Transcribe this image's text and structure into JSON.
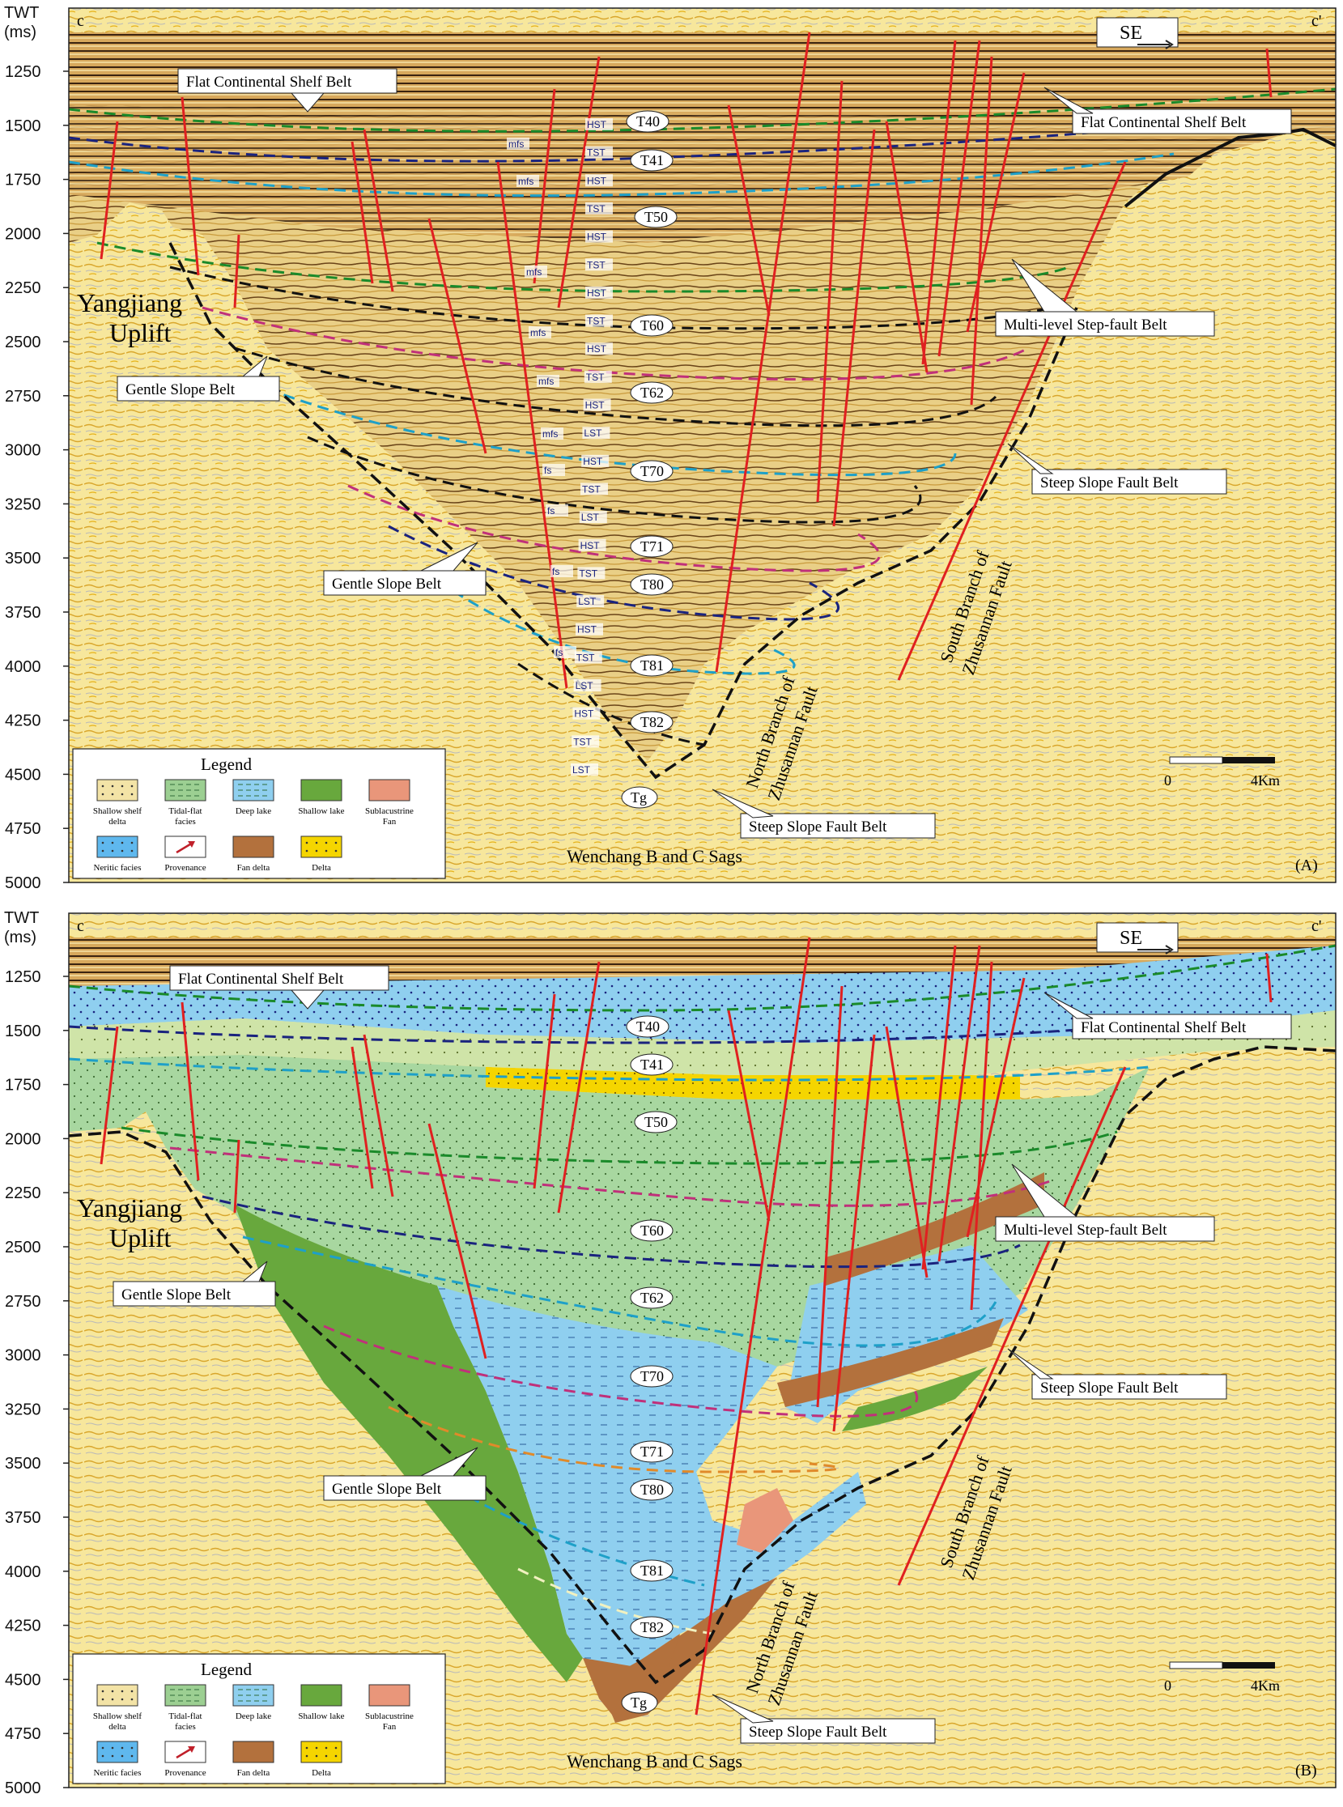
{
  "figure": {
    "axis": {
      "title_line1": "TWT",
      "title_line2": "(ms)",
      "ticks": [
        "1250",
        "1500",
        "1750",
        "2000",
        "2250",
        "2500",
        "2750",
        "3000",
        "3250",
        "3500",
        "3750",
        "4000",
        "4250",
        "4500",
        "4750",
        "5000"
      ]
    },
    "corner_left": "c",
    "corner_right": "c'",
    "direction": "SE",
    "legend": {
      "title": "Legend",
      "items": [
        {
          "label_1": "Shallow shelf",
          "label_2": "delta",
          "color": "#f3e3a6",
          "pattern": "dots"
        },
        {
          "label_1": "Tidal-flat",
          "label_2": "facies",
          "color": "#9ccf92",
          "pattern": "dash"
        },
        {
          "label_1": "Deep lake",
          "label_2": "",
          "color": "#8fcfef",
          "pattern": "dash"
        },
        {
          "label_1": "Shallow lake",
          "label_2": "",
          "color": "#68a83d",
          "pattern": "none"
        },
        {
          "label_1": "Sublacustrine",
          "label_2": "Fan",
          "color": "#e9967a",
          "pattern": "none"
        },
        {
          "label_1": "Neritic facies",
          "label_2": "",
          "color": "#5fb8ee",
          "pattern": "dots"
        },
        {
          "label_1": "Provenance",
          "label_2": "",
          "color": "#ffffff",
          "pattern": "arrow"
        },
        {
          "label_1": "Fan delta",
          "label_2": "",
          "color": "#b3713d",
          "pattern": "none"
        },
        {
          "label_1": "Delta",
          "label_2": "",
          "color": "#f5d500",
          "pattern": "dots"
        }
      ]
    },
    "scale": {
      "zero": "0",
      "label": "4Km"
    },
    "labels": {
      "flat_shelf_left": "Flat Continental Shelf Belt",
      "flat_shelf_right": "Flat Continental Shelf Belt",
      "yangjiang_1": "Yangjiang",
      "yangjiang_2": "Uplift",
      "gentle_slope_upper": "Gentle Slope Belt",
      "gentle_slope_lower": "Gentle Slope Belt",
      "multi_step": "Multi-level Step-fault Belt",
      "steep_slope_upper": "Steep Slope Fault Belt",
      "steep_slope_lower": "Steep Slope Fault Belt",
      "north_branch_1": "North Branch of",
      "north_branch_2": "Zhusannan Fault",
      "south_branch_1": "South Branch of",
      "south_branch_2": "Zhusannan Fault",
      "sags": "Wenchang B and C Sags"
    },
    "horizons": [
      "T40",
      "T41",
      "T50",
      "T60",
      "T62",
      "T70",
      "T71",
      "T80",
      "T81",
      "T82",
      "Tg"
    ],
    "systems_tracts": [
      "HST",
      "TST",
      "HST",
      "TST",
      "HST",
      "TST",
      "HST",
      "TST",
      "HST",
      "TST",
      "HST",
      "LST",
      "HST",
      "TST",
      "LST",
      "HST",
      "TST",
      "LST",
      "HST",
      "TST",
      "LST",
      "HST",
      "TST",
      "LST"
    ],
    "surfaces": [
      "mfs",
      "mfs",
      "mfs",
      "mfs",
      "mfs",
      "mfs",
      "fs",
      "fs",
      "fs",
      "fs"
    ],
    "panels": [
      {
        "id": "(A)"
      },
      {
        "id": "(B)"
      }
    ],
    "colors": {
      "seismic_bg": "#f7e79c",
      "seismic_dark": "#3a2310",
      "fault": "#e02020",
      "horizon_green": "#1a8a2a",
      "horizon_navy": "#1a237e",
      "horizon_cyan": "#1ea0c8",
      "horizon_black": "#111111",
      "horizon_magenta": "#c0307a"
    }
  }
}
